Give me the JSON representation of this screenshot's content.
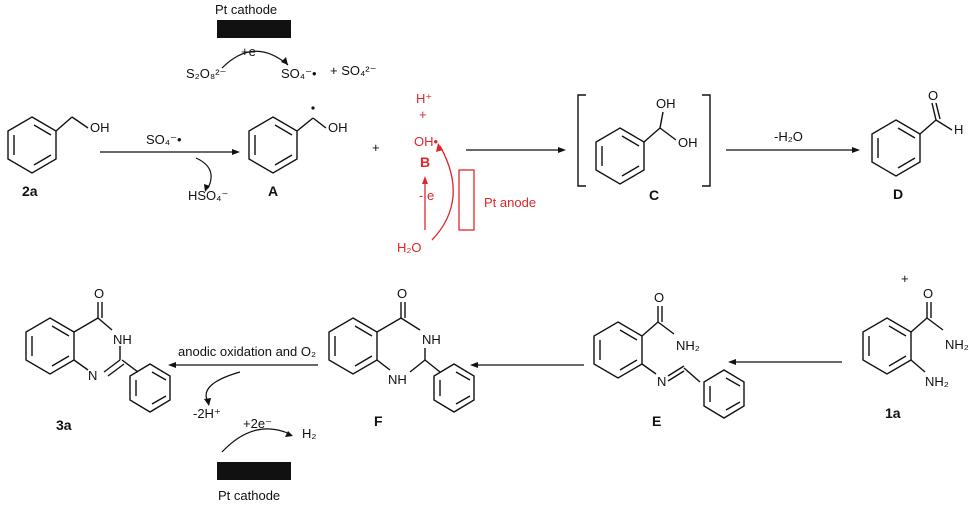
{
  "top": {
    "cathode_label": "Pt cathode",
    "electron_gain": "+e",
    "electron_gain_sup": "-",
    "persulfate": "S₂O₈²⁻",
    "sulfate_radical": "SO₄⁻•",
    "plus_sulfate": "+ SO₄²⁻"
  },
  "row1": {
    "oh_label": "OH",
    "cmpd_2a": "2a",
    "reagent_so4": "SO₄⁻•",
    "byproduct": "HSO₄⁻",
    "cmpd_A": "A",
    "oh_radical": "OH",
    "plus1": "+",
    "H_plus": "H⁺",
    "plus_red": "+",
    "OH_dot": "OH•",
    "cmpd_B": "B",
    "minus_e": "- e",
    "anode_label": "Pt anode",
    "water": "H₂O",
    "diol_oh1": "OH",
    "diol_oh2": "OH",
    "cmpd_C": "C",
    "minus_water": "-H₂O",
    "ald_O": "O",
    "ald_H": "H",
    "cmpd_D": "D",
    "plus2": "+"
  },
  "row2": {
    "cmpd_3a": "3a",
    "q3a_O": "O",
    "q3a_NH": "NH",
    "q3a_N": "N",
    "anodic_text": "anodic  oxidation and O₂",
    "minus_2H": "-2H⁺",
    "plus_2e": "+2e⁻",
    "H2": "H₂",
    "cathode_label": "Pt cathode",
    "F_O": "O",
    "F_NH1": "NH",
    "F_NH2": "NH",
    "cmpd_F": "F",
    "E_O": "O",
    "E_NH2": "NH₂",
    "E_N": "N",
    "cmpd_E": "E",
    "a1_O": "O",
    "a1_NH2": "NH₂",
    "a1_NH2b": "NH₂",
    "cmpd_1a": "1a"
  }
}
